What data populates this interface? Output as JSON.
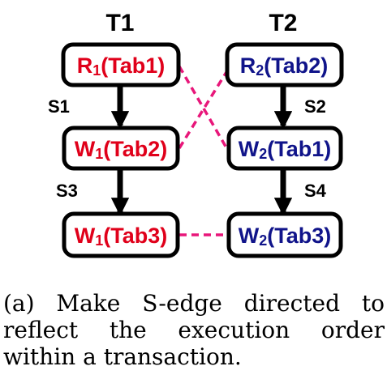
{
  "columns": [
    {
      "title": "T1",
      "color": "#e0001a"
    },
    {
      "title": "T2",
      "color": "#10148a"
    }
  ],
  "nodes": [
    {
      "id": "r1",
      "op": "R",
      "sub": "1",
      "arg": "(Tab1)",
      "column": "T1"
    },
    {
      "id": "w1a",
      "op": "W",
      "sub": "1",
      "arg": "(Tab2)",
      "column": "T1"
    },
    {
      "id": "w1b",
      "op": "W",
      "sub": "1",
      "arg": "(Tab3)",
      "column": "T1"
    },
    {
      "id": "r2",
      "op": "R",
      "sub": "2",
      "arg": "(Tab2)",
      "column": "T2"
    },
    {
      "id": "w2a",
      "op": "W",
      "sub": "2",
      "arg": "(Tab1)",
      "column": "T2"
    },
    {
      "id": "w2b",
      "op": "W",
      "sub": "2",
      "arg": "(Tab3)",
      "column": "T2"
    }
  ],
  "s_edges": [
    {
      "label": "S1",
      "from": "r1",
      "to": "w1a"
    },
    {
      "label": "S3",
      "from": "w1a",
      "to": "w1b"
    },
    {
      "label": "S2",
      "from": "r2",
      "to": "w2a"
    },
    {
      "label": "S4",
      "from": "w2a",
      "to": "w2b"
    }
  ],
  "conflict_edges": [
    {
      "from": "r1",
      "to": "w2a"
    },
    {
      "from": "w1a",
      "to": "r2"
    },
    {
      "from": "w1b",
      "to": "w2b"
    }
  ],
  "conflict_color": "#e8177a",
  "caption": "(a) Make S-edge directed to reflect the execution order within a transaction."
}
